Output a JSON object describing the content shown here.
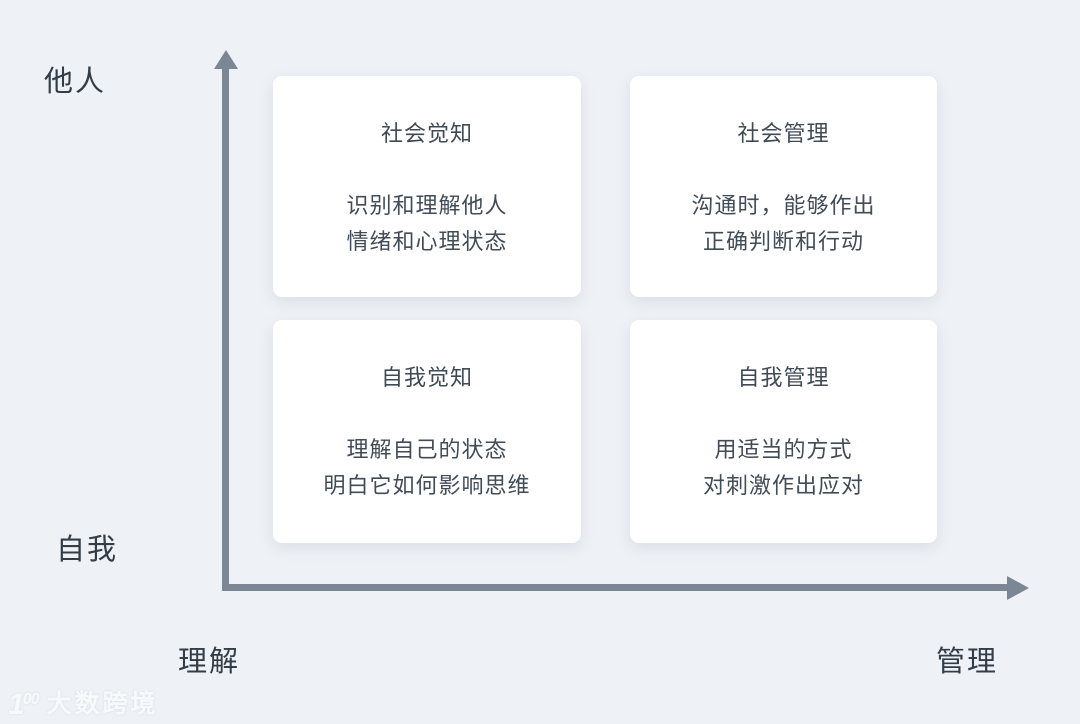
{
  "diagram": {
    "background_color": "#EEF1F5",
    "axis_color": "#7B8794",
    "card_color": "#FFFFFF",
    "text_color": "#3F4A56"
  },
  "axes": {
    "y_top_label": "他人",
    "y_bottom_label": "自我",
    "x_left_label": "理解",
    "x_right_label": "管理"
  },
  "quadrants": [
    {
      "position": "top-left",
      "title": "社会觉知",
      "lines": [
        "识别和理解他人",
        "情绪和心理状态"
      ]
    },
    {
      "position": "top-right",
      "title": "社会管理",
      "lines": [
        "沟通时，能够作出",
        "正确判断和行动"
      ]
    },
    {
      "position": "bottom-left",
      "title": "自我觉知",
      "lines": [
        "理解自己的状态",
        "明白它如何影响思维"
      ]
    },
    {
      "position": "bottom-right",
      "title": "自我管理",
      "lines": [
        "用适当的方式",
        "对刺激作出应对"
      ]
    }
  ],
  "watermark": {
    "logo": {
      "one": "1",
      "zeros": "00"
    },
    "text": "大数跨境"
  }
}
